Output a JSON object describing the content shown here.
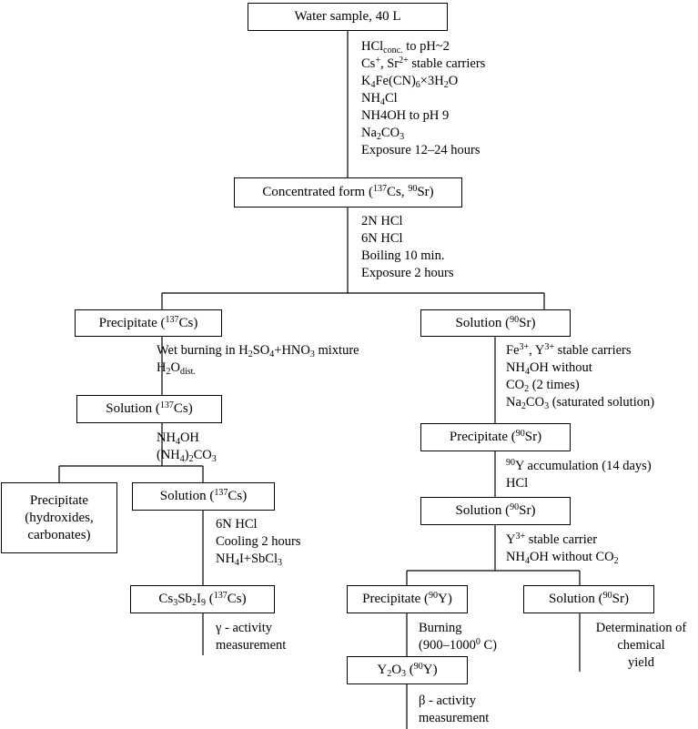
{
  "boxes": {
    "water_sample": "Water sample, 40 L",
    "concentrated_prefix": "Concentrated form (",
    "concentrated_cs": "137",
    "concentrated_mid": "Cs, ",
    "concentrated_sr": "90",
    "concentrated_suffix": "Sr)",
    "precipitate_cs_prefix": "Precipitate (",
    "precipitate_cs_iso": "137",
    "precipitate_cs_suffix": "Cs)",
    "solution_sr_top_prefix": "Solution (",
    "solution_sr_top_iso": "90",
    "solution_sr_top_suffix": "Sr)",
    "solution_cs1_prefix": "Solution (",
    "solution_cs1_iso": "137",
    "solution_cs1_suffix": "Cs)",
    "precipitate_sr_prefix": "Precipitate (",
    "precipitate_sr_iso": "90",
    "precipitate_sr_suffix": "Sr)",
    "precip_hydroxides_line1": "Precipitate",
    "precip_hydroxides_line2": "(hydroxides,",
    "precip_hydroxides_line3": "carbonates)",
    "solution_cs2_prefix": "Solution (",
    "solution_cs2_iso": "137",
    "solution_cs2_suffix": "Cs)",
    "solution_sr2_prefix": "Solution (",
    "solution_sr2_iso": "90",
    "solution_sr2_suffix": "Sr)",
    "cssbi_cs": "Cs",
    "cssbi_3a": "3",
    "cssbi_sb": "Sb",
    "cssbi_2": "2",
    "cssbi_i": "I",
    "cssbi_9": "9",
    "cssbi_open": " (",
    "cssbi_iso": "137",
    "cssbi_suffix": "Cs)",
    "precipitate_y_prefix": "Precipitate (",
    "precipitate_y_iso": "90",
    "precipitate_y_suffix": "Y)",
    "solution_sr3_prefix": "Solution (",
    "solution_sr3_iso": "90",
    "solution_sr3_suffix": "Sr)",
    "y2o3_y": "Y",
    "y2o3_2": "2",
    "y2o3_o": "O",
    "y2o3_3": "3",
    "y2o3_open": " (",
    "y2o3_iso": "90",
    "y2o3_suffix": "Y)"
  },
  "notes": {
    "step1": {
      "l1_a": "HCl",
      "l1_sub": "conc.",
      "l1_b": " to pH~2",
      "l2_a": "Cs",
      "l2_sup1": "+",
      "l2_b": ", Sr",
      "l2_sup2": "2+",
      "l2_c": " stable carriers",
      "l3_a": "K",
      "l3_s1": "4",
      "l3_b": "Fe(CN)",
      "l3_s2": "6",
      "l3_c": "×3H",
      "l3_s3": "2",
      "l3_d": "O",
      "l4_a": "NH",
      "l4_s": "4",
      "l4_b": "Cl",
      "l5": "NH4OH to pH 9",
      "l6_a": "Na",
      "l6_s1": "2",
      "l6_b": "CO",
      "l6_s2": "3",
      "l7": "Exposure 12–24 hours"
    },
    "step2": {
      "l1": "2N HCl",
      "l2": "6N HCl",
      "l3": "Boiling 10 min.",
      "l4": "Exposure 2 hours"
    },
    "step_cs1": {
      "l1_a": "Wet burning in H",
      "l1_s1": "2",
      "l1_b": "SO",
      "l1_s2": "4",
      "l1_c": "+HNO",
      "l1_s3": "3",
      "l1_d": " mixture",
      "l2_a": "H",
      "l2_s1": "2",
      "l2_b": "O",
      "l2_sub": "dist."
    },
    "step_cs2": {
      "l1_a": "NH",
      "l1_s": "4",
      "l1_b": "OH",
      "l2_a": "(NH",
      "l2_s1": "4",
      "l2_b": ")",
      "l2_s2": "2",
      "l2_c": "CO",
      "l2_s3": "3"
    },
    "step_cs3": {
      "l1": "6N HCl",
      "l2": "Cooling 2 hours",
      "l3_a": "NH",
      "l3_s1": "4",
      "l3_b": "I+SbCl",
      "l3_s2": "3"
    },
    "step_cs4": {
      "l1": "γ - activity",
      "l2": "measurement"
    },
    "step_sr1": {
      "l1_a": "Fe",
      "l1_sup1": "3+",
      "l1_b": ", Y",
      "l1_sup2": "3+",
      "l1_c": " stable carriers",
      "l2_a": "NH",
      "l2_s": "4",
      "l2_b": "OH without",
      "l3_a": "CO",
      "l3_s": "2",
      "l3_b": " (2 times)",
      "l4_a": "Na",
      "l4_s1": "2",
      "l4_b": "CO",
      "l4_s2": "3",
      "l4_c": " (saturated solution)"
    },
    "step_sr2": {
      "l1_sup": "90",
      "l1_b": "Y accumulation (14 days)",
      "l2": "HCl"
    },
    "step_sr3": {
      "l1_a": "Y",
      "l1_sup": "3+",
      "l1_b": " stable carrier",
      "l2_a": "NH",
      "l2_s1": "4",
      "l2_b": "OH without CO",
      "l2_s2": "2"
    },
    "step_y1": {
      "l1": "Burning",
      "l2_a": "(900–1000",
      "l2_sup": "0",
      "l2_b": " C)"
    },
    "step_y2": {
      "l1": "β - activity",
      "l2": "measurement"
    },
    "step_sr4": {
      "l1": "Determination of",
      "l2": "chemical",
      "l3": "yield"
    }
  }
}
